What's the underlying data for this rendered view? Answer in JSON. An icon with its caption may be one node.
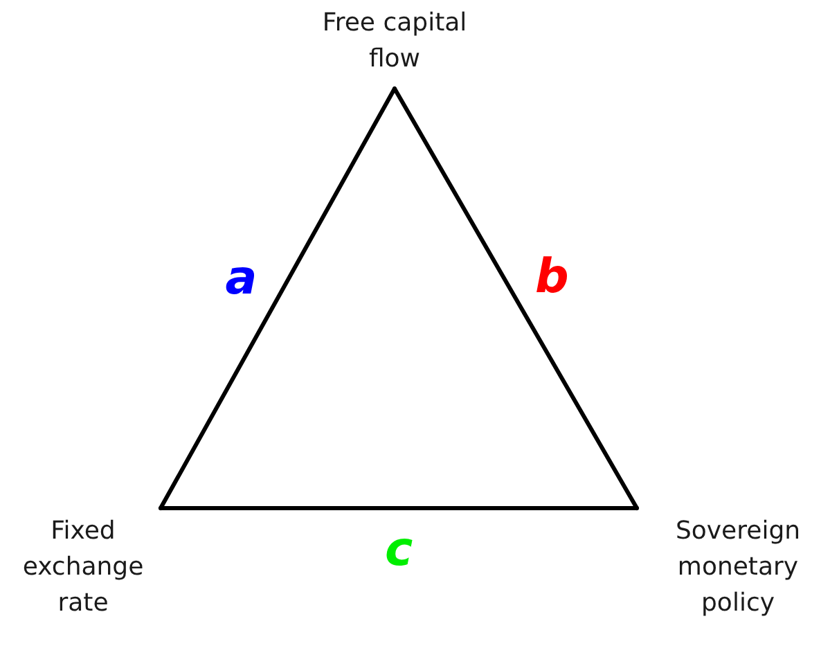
{
  "diagram": {
    "nodes": [
      {
        "text": [
          "Free capital flow"
        ]
      },
      {
        "text": [
          "Fixed exchange rate"
        ]
      },
      {
        "text": [
          "Sovereign monetary policy"
        ]
      }
    ],
    "edges": [
      {
        "from": 0,
        "to": 1,
        "arrow": "none",
        "label": "a"
      },
      {
        "from": 0,
        "to": 2,
        "arrow": "none",
        "label": "b"
      },
      {
        "from": 1,
        "to": 2,
        "arrow": "none",
        "label": "c"
      }
    ]
  }
}
